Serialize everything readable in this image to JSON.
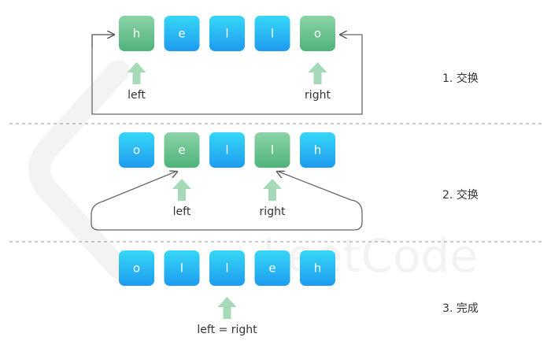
{
  "colors": {
    "blue_top": "#36D7F6",
    "blue_bottom": "#1E9BF0",
    "green_top": "#8BD3A6",
    "green_bottom": "#4FB37A",
    "pointer_arrow": "#A6D9B8",
    "swap_arrow": "#666666",
    "divider": "#999999",
    "watermark": "#F2F2F2"
  },
  "watermark": {
    "text": "LeetCode"
  },
  "rows": [
    {
      "label": "1. 交换",
      "cells": [
        {
          "char": "h",
          "color": "green"
        },
        {
          "char": "e",
          "color": "blue"
        },
        {
          "char": "l",
          "color": "blue"
        },
        {
          "char": "l",
          "color": "blue"
        },
        {
          "char": "o",
          "color": "green"
        }
      ],
      "pointers": [
        {
          "label": "left",
          "index": 0
        },
        {
          "label": "right",
          "index": 4
        }
      ]
    },
    {
      "label": "2. 交换",
      "cells": [
        {
          "char": "o",
          "color": "blue"
        },
        {
          "char": "e",
          "color": "green"
        },
        {
          "char": "l",
          "color": "blue"
        },
        {
          "char": "l",
          "color": "green"
        },
        {
          "char": "h",
          "color": "blue"
        }
      ],
      "pointers": [
        {
          "label": "left",
          "index": 1
        },
        {
          "label": "right",
          "index": 3
        }
      ]
    },
    {
      "label": "3. 完成",
      "cells": [
        {
          "char": "o",
          "color": "blue"
        },
        {
          "char": "l",
          "color": "blue"
        },
        {
          "char": "l",
          "color": "blue"
        },
        {
          "char": "e",
          "color": "blue"
        },
        {
          "char": "h",
          "color": "blue"
        }
      ],
      "pointers": [
        {
          "label": "left = right",
          "index": 2
        }
      ]
    }
  ]
}
